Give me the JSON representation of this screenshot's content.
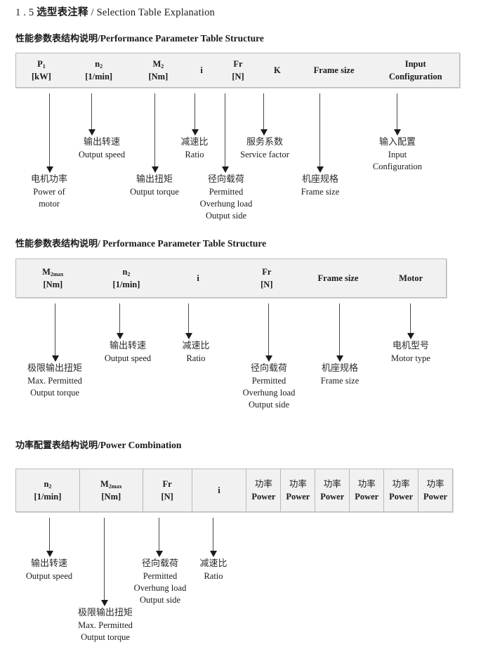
{
  "document": {
    "section_number": "1 . 5",
    "title_cn": "选型表注释",
    "title_sep": "/",
    "title_en": "Selection Table Explanation"
  },
  "colors": {
    "table_background": "#f1f1f1",
    "table_border": "#b9b9b9",
    "arrow": "#1b1b1b",
    "text": "#1a1a1a"
  },
  "sections": [
    {
      "heading_cn": "性能参数表结构说明",
      "heading_sep": "/",
      "heading_en": "Performance Parameter Table Structure",
      "table": {
        "columns": [
          {
            "line1": "P",
            "sub1": "1",
            "line2": "[kW]"
          },
          {
            "line1": "n",
            "sub1": "2",
            "line2": "[1/min]"
          },
          {
            "line1": "M",
            "sub1": "2",
            "line2": "[Nm]"
          },
          {
            "line1": "i",
            "sub1": "",
            "line2": ""
          },
          {
            "line1": "Fr",
            "sub1": "",
            "line2": "[N]"
          },
          {
            "line1": "K",
            "sub1": "",
            "line2": ""
          },
          {
            "line1": "Frame size",
            "sub1": "",
            "line2": ""
          },
          {
            "line1": "Input",
            "sub1": "",
            "line2": "Configuration"
          }
        ]
      },
      "notes": [
        {
          "cn": "电机功率",
          "en": [
            "Power of",
            "motor"
          ]
        },
        {
          "cn": "输出转速",
          "en": [
            "Output speed"
          ]
        },
        {
          "cn": "输出扭矩",
          "en": [
            "Output torque"
          ]
        },
        {
          "cn": "减速比",
          "en": [
            "Ratio"
          ]
        },
        {
          "cn": "径向载荷",
          "en": [
            "Permitted",
            "Overhung load",
            "Output side"
          ]
        },
        {
          "cn": "服务系数",
          "en": [
            "Service factor"
          ]
        },
        {
          "cn": "机座规格",
          "en": [
            "Frame size"
          ]
        },
        {
          "cn": "输入配置",
          "en": [
            "Input",
            "Configuration"
          ]
        }
      ]
    },
    {
      "heading_cn": "性能参数表结构说明",
      "heading_sep": "/",
      "heading_en": "Performance Parameter Table Structure",
      "table": {
        "columns": [
          {
            "line1": "M",
            "sub1": "2max",
            "line2": "[Nm]"
          },
          {
            "line1": "n",
            "sub1": "2",
            "line2": "[1/min]"
          },
          {
            "line1": "i",
            "sub1": "",
            "line2": ""
          },
          {
            "line1": "Fr",
            "sub1": "",
            "line2": "[N]"
          },
          {
            "line1": "Frame size",
            "sub1": "",
            "line2": ""
          },
          {
            "line1": "Motor",
            "sub1": "",
            "line2": ""
          }
        ]
      },
      "notes": [
        {
          "cn": "极限输出扭矩",
          "en": [
            "Max. Permitted",
            "Output  torque"
          ]
        },
        {
          "cn": "输出转速",
          "en": [
            "Output speed"
          ]
        },
        {
          "cn": "减速比",
          "en": [
            "Ratio"
          ]
        },
        {
          "cn": "径向载荷",
          "en": [
            "Permitted",
            "Overhung load",
            "Output side"
          ]
        },
        {
          "cn": "机座规格",
          "en": [
            "Frame size"
          ]
        },
        {
          "cn": "电机型号",
          "en": [
            "Motor type"
          ]
        }
      ]
    },
    {
      "heading_cn": "功率配置表结构说明",
      "heading_sep": "/",
      "heading_en": "Power Combination",
      "table": {
        "columns": [
          {
            "line1": "n",
            "sub1": "2",
            "line2": "[1/min]"
          },
          {
            "line1": "M",
            "sub1": "2max",
            "line2": "[Nm]"
          },
          {
            "line1": "Fr",
            "sub1": "",
            "line2": "[N]"
          },
          {
            "line1": "i",
            "sub1": "",
            "line2": ""
          },
          {
            "line1": "功率",
            "sub1": "",
            "line2": "Power"
          },
          {
            "line1": "功率",
            "sub1": "",
            "line2": "Power"
          },
          {
            "line1": "功率",
            "sub1": "",
            "line2": "Power"
          },
          {
            "line1": "功率",
            "sub1": "",
            "line2": "Power"
          },
          {
            "line1": "功率",
            "sub1": "",
            "line2": "Power"
          },
          {
            "line1": "功率",
            "sub1": "",
            "line2": "Power"
          }
        ]
      },
      "notes": [
        {
          "cn": "输出转速",
          "en": [
            "Output speed"
          ]
        },
        {
          "cn": "极限输出扭矩",
          "en": [
            "Max. Permitted",
            "Output  torque"
          ]
        },
        {
          "cn": "径向载荷",
          "en": [
            "Permitted",
            "Overhung load",
            "Output side"
          ]
        },
        {
          "cn": "减速比",
          "en": [
            "Ratio"
          ]
        }
      ]
    }
  ]
}
